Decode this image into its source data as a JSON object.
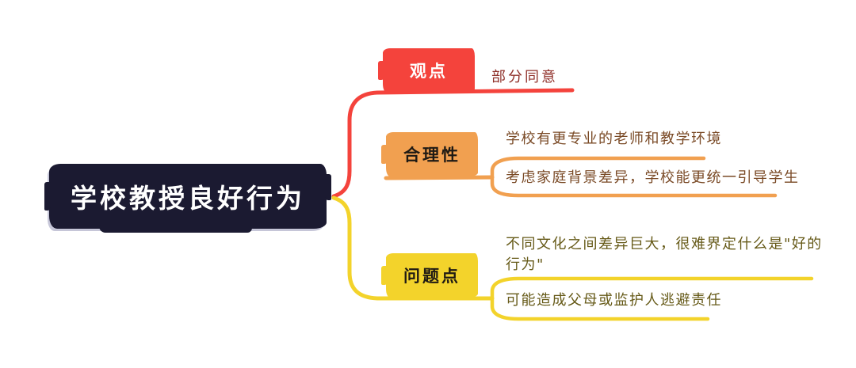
{
  "mindmap": {
    "root": {
      "label": "学校教授良好行为",
      "bg": "#1b1a31",
      "text_color": "#ffffff"
    },
    "branches": [
      {
        "label": "观点",
        "color": "#f4433c",
        "label_color": "#ffffff",
        "child_text_color": "#8f2f28",
        "children": [
          {
            "text": "部分同意"
          }
        ]
      },
      {
        "label": "合理性",
        "color": "#f1a050",
        "label_color": "#1f1a14",
        "child_text_color": "#7a4a26",
        "children": [
          {
            "text": "学校有更专业的老师和教学环境"
          },
          {
            "text": "考虑家庭背景差异，学校能更统一引导学生"
          }
        ]
      },
      {
        "label": "问题点",
        "color": "#f3d32b",
        "label_color": "#1f1a14",
        "child_text_color": "#665a18",
        "children": [
          {
            "text": "不同文化之间差异巨大，很难界定什么是\"好的行为\""
          },
          {
            "text": "可能造成父母或监护人逃避责任"
          }
        ]
      }
    ]
  }
}
